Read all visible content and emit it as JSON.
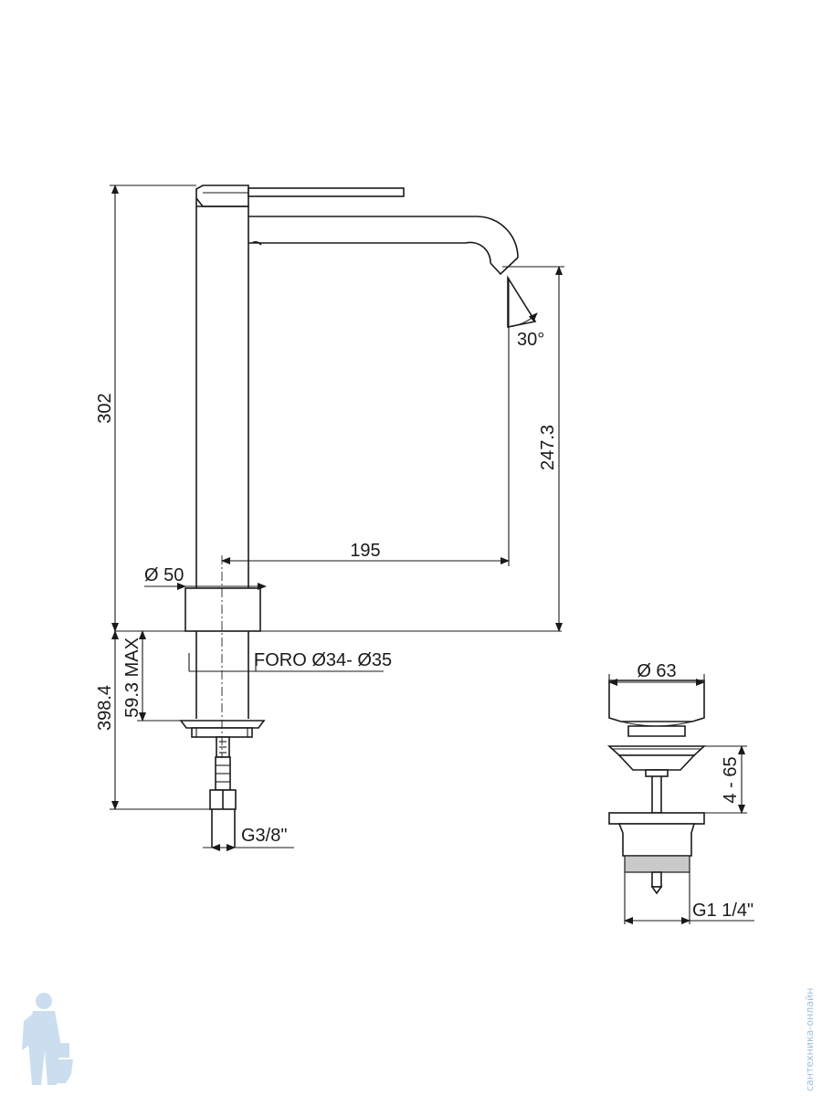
{
  "faucet": {
    "height_label": "302",
    "spout_height_label": "247.3",
    "reach_label": "195",
    "angle_label": "30°",
    "base_diameter_label": "Ø 50",
    "hole_label": "FORO Ø34- Ø35",
    "thickness_label": "59.3 MAX",
    "total_label": "398.4",
    "connection_label": "G3/8\""
  },
  "drain": {
    "cap_diameter_label": "Ø 63",
    "stroke_label": "4 - 65",
    "thread_label": "G1 1/4\""
  },
  "watermark": {
    "text": "сантехника-онлайн"
  }
}
